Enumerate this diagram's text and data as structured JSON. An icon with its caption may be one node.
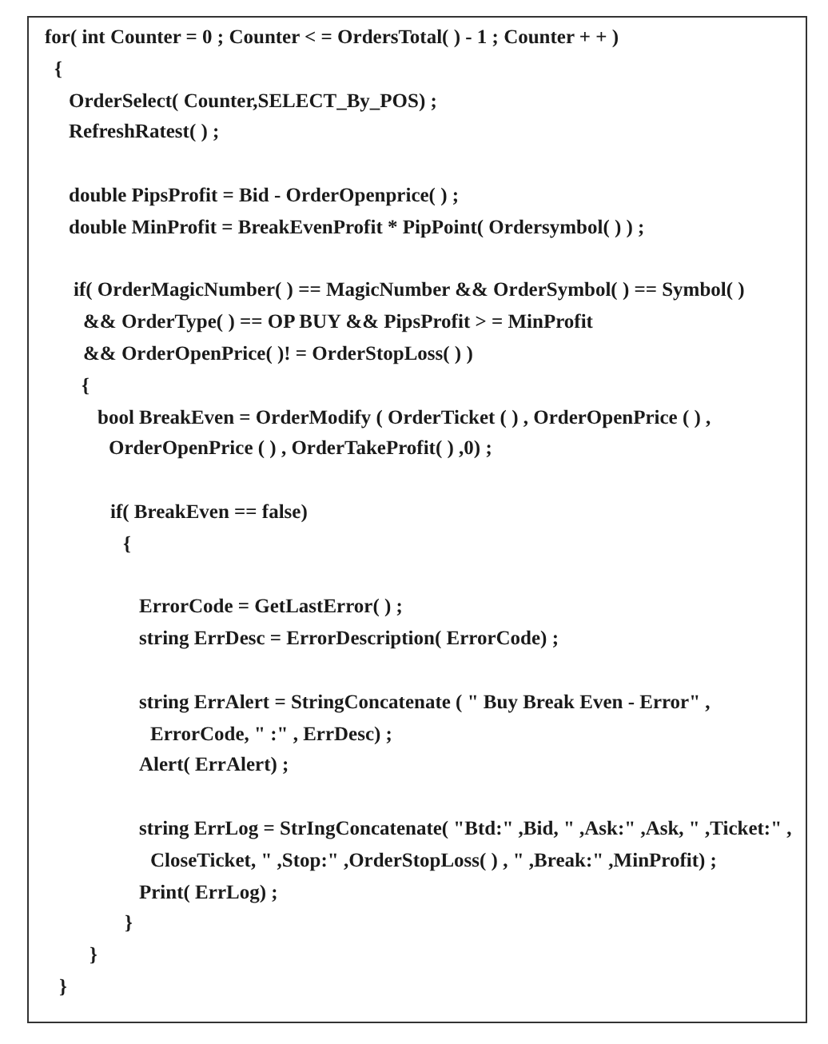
{
  "diagram": {
    "nodes": [
      {
        "text": [
          "for( int Counter = 0 ; Counter < = OrdersTotal( ) - 1 ; Counter + + )",
          "{",
          "OrderSelect( Counter,SELECT_By_POS) ;",
          "RefreshRatest( ) ;",
          "double PipsProfit = Bid - OrderOpenprice( ) ;",
          "double MinProfit = BreakEvenProfit * PipPoint( Ordersymbol( ) ) ;",
          "if( OrderMagicNumber( ) == MagicNumber && OrderSymbol( ) == Symbol( )",
          "&& OrderType( ) == OP BUY && PipsProfit > = MinProfit",
          "&& OrderOpenPrice( )! = OrderStopLoss( ) )",
          "{",
          "bool BreakEven = OrderModify ( OrderTicket ( ) , OrderOpenPrice ( ) , OrderOpenPrice ( ) , OrderTakeProfit( ) ,0) ;",
          "if( BreakEven == false)",
          "{",
          "ErrorCode = GetLastError( ) ;",
          "string ErrDesc = ErrorDescription( ErrorCode) ;",
          "string ErrAlert = StringConcatenate ( \" Buy Break Even - Error\" , ErrorCode, \" :\" , ErrDesc) ;",
          "Alert( ErrAlert) ;",
          "string ErrLog = StrIngConcatenate( \"Btd:\" ,Bid, \" ,Ask:\" ,Ask, \" ,Ticket:\" , CloseTicket, \" ,Stop:\" ,OrderStopLoss( ) , \" ,Break:\" ,MinProfit) ;",
          "Print( ErrLog) ;",
          "}",
          "}",
          "}"
        ]
      }
    ]
  }
}
